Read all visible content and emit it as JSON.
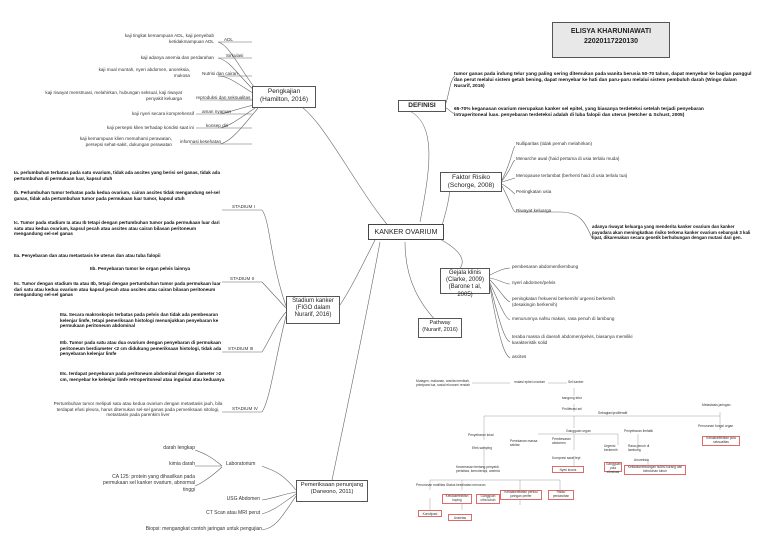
{
  "author": {
    "name": "ELISYA KHARUNIAWATI",
    "id": "22020117220130"
  },
  "center": "KANKER OVARIUM",
  "pengkajian": {
    "title": "Pengkajian (Hamilton, 2016)",
    "items": [
      {
        "label": "ADL",
        "desc": "kaji tingkat kemampuan ADL, kaji penyebab ketidakmampuan ADL"
      },
      {
        "label": "Sirkulasi",
        "desc": "kaji adanya anemia dan perdarahan"
      },
      {
        "label": "Nutrisi dan cairan",
        "desc": "kaji mual muntah, nyeri abdomen, anoreksia, mukosa"
      },
      {
        "label": "reproduksi dan seksualitas",
        "desc": "kaji riwayat menstruasi, melahirkan, hubungan seksual, kaji riwayat penyakit keluarga"
      },
      {
        "label": "aman nyaman",
        "desc": "kaji nyeri secara komprehensif"
      },
      {
        "label": "konsep diri",
        "desc": "kaji persepsi klien terhadap kondisi saat ini"
      },
      {
        "label": "informasi kesehatan",
        "desc": "kaji kemampuan klien memahami perawatan, persepsi sehat-sakit, dukungan perawatan"
      }
    ]
  },
  "definisi": {
    "title": "DEFINISI",
    "p1": "tumor ganas pada indung telur yang paling sering ditemukan pada wanita berusia 50-70 tahun, dapat menyebar ke bagian panggul dan perut melalui sistem getah bening, dapat menyebar ke hati dan paru-paru melalui sistem pembuluh darah (Wingo dalam Nurarif, 2016)",
    "p2": "65-70% keganasan ovarium merupakan kanker sel epitel, yang biasanya terdeteksi setelah terjadi penyebaran intraperitoneal luas. penyebaran terdeteksi adalah di luba falopii dan uterus (Hetcher & Schust, 2005)"
  },
  "faktor": {
    "title": "Faktor Risiko (Schorge, 2008)",
    "items": [
      "Nulliparitas (tidak pernah melahirkan)",
      "Menarche awal (haid pertama di usia terlalu muda)",
      "Menopause terlambat (berhenti haid di usia terlalu tua)",
      "Peningkatan usia",
      "Riwayat keluarga"
    ],
    "riwayat_desc": "adanya riwayat keluarga yang menderita kanker ovarium dan kanker payudara akan meningkatkan risiko terkena kanker ovarium sebanyak 3 kali lipat, dikarenakan secara genetik berhubungan dengan mutasi dari gen."
  },
  "gejala": {
    "title": "Gejala klinis (Clarke, 2009) (Barone t al, 2005)",
    "items": [
      "pembesaran abdomen/kembung",
      "nyeri abdomen/pelvis",
      "peningkatan frekuensi berkemih/ urgensi berkemih (desakingin berkemih)",
      "menurunnya nafsu makan, rasa penuh di lambung",
      "teraba massa di daerah abdomen/pelvis, biasanya memiliki karakteristik solid",
      "ascites"
    ]
  },
  "pathway": {
    "title": "Pathway (Nurarif, 2016)",
    "nodes": {
      "n1": "Mutagen, makanan, wanita menikah, primipara tua, sosial ekonomi rendah",
      "n2": "mutasi epitel ovarium",
      "n3": "Sel kanker",
      "n4": "kangung telur",
      "n5": "Proliferasi sel",
      "n6": "Sebagian/proliferatif",
      "n7": "Penyebaran lokal",
      "n8": "Metastasis jaringan",
      "n9": "Efek samping",
      "n10": "Penekanan massa sekitar",
      "n11": "Pembesaran abdomen",
      "n12": "Gangguan organ",
      "n13": "Penyebaran limfatik",
      "n14": "Penurunan fungsi organ",
      "n15": "Kompresi saraf tepi",
      "n16": "Nyeri kronis",
      "n17": "Urgensi berkemih",
      "n18": "Rasa penuh di lambung",
      "n19": "Anoreksia",
      "n20": "Ketidakseimbangan nutrisi kurang dari kebutuhan tubuh",
      "n21": "Ketidakefektifan pola seksualitas",
      "n22": "Kecemasan tentang penyakit, peristiwa, kemoterapi, anemia",
      "n23": "Penurunan motilitas",
      "n24": "Status kesehatan menurun",
      "n25": "Risiko perdarahan",
      "n26": "Ketidakefektifan perfusi jaringan perifer",
      "n27": "Konstipasi",
      "n28": "Ketidakefektifan koping",
      "n29": "Gangguan citra tubuh",
      "n30": "Ansietas",
      "n31": "Gangguan pola eliminasi"
    }
  },
  "stadium": {
    "title": "Stadium kanker (FIGO dalam Nurarif, 2016)",
    "groups": [
      {
        "label": "STADIUM I",
        "items": [
          "Ia. perlumbuhan terbatas pada satu ovarium, tidak ada ascites yang berisi sel ganas, tidak ada pertumbuhan di permukaan luar, kapsul utuh",
          "Ib. Perlumbuhan tumor terbatas pada kedua ovarium, cairan ascites tidak mengandung sel-sel ganas, tidak ada pertumbuhan tumor pada permukaan luar tumor, kapsul utuh",
          "Ic. Tumor pada stadium Ia atau Ib tetapi dengan pertumbuhan tumor pada permukaan luar dari satu atau kedua ovarium, kapsul pecah atau ascites atau cairan bilasan peritoneum mengandung sel-sel ganas"
        ]
      },
      {
        "label": "STADIUM II",
        "items": [
          "IIa. Penyebaran dan atau metastasis ke uterus dan atau tuba falopii",
          "IIb. Penyebaran tumor ke organ pelvis lainnya",
          "IIc. Tumor dengan stadium IIa atau IIb, tetapi dengan pertumbuhan tumor pada permukaan luar dari satu atau kedua ovarium atau kapsul pecah atau ascites atau cairan bilasan peritoneum mengandung sel-sel ganas"
        ]
      },
      {
        "label": "STADIUM III",
        "items": [
          "IIIa. Secara makroskopis terbatas pada pelvis dan tidak ada pembesaran kelenjar limfe, tetapi pemeriksaan histologi menunjukkan penyebaran ke permukaan peritoneum abdominal",
          "IIIb. Tumor pada satu atau dua ovarium dengan penyebaran di permukaan peritoneum berdiameter <2 cm didukung pemeriksaan histologi, tidak ada penyebaran kelenjar limfe",
          "IIIc. terdapat penyebaran pada peritoneum abdominal dengan diameter >2 cm, menyebar ke kelenjar limfe retroperitoneal atau inguinal atau keduanya"
        ]
      },
      {
        "label": "STADIUM IV",
        "items": [
          "Pertumbuhan tumor meliputi satu atau kedua ovarium dengan metastasis jauh, bila terdapat efusi pleura, harus ditemukan sel-sel ganas pada pemeriksaan sitologi, metastasis pada parenkim liver"
        ]
      }
    ]
  },
  "pemeriksaan": {
    "title": "Pemeriksaan penunjang (Darwono, 2011)",
    "lab_label": "Laboratorium",
    "lab_items": [
      "darah lengkap",
      "kimia darah",
      "CA 125: protein yang dihasilkan pada permukaan sel kanker ovarium, abnormal tinggi"
    ],
    "others": [
      "USG Abdomen",
      "CT Scan atau MRI perut",
      "Biopsi: mengangkat contoh jaringan untuk pengujian"
    ]
  }
}
